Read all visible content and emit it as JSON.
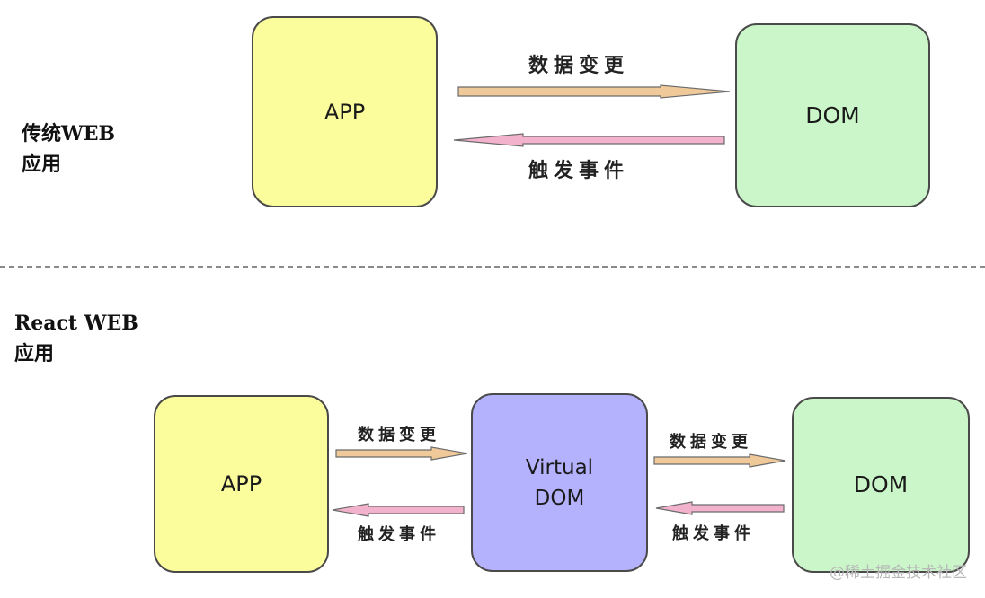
{
  "traditional": {
    "label_line1": "传统WEB",
    "label_line2": "应用",
    "app": "APP",
    "dom": "DOM",
    "forward": "数据变更",
    "backward": "触发事件"
  },
  "react": {
    "label_line1": "React WEB",
    "label_line2": "应用",
    "app": "APP",
    "vdom_line1": "Virtual",
    "vdom_line2": "DOM",
    "dom": "DOM",
    "forward_left": "数据变更",
    "backward_left": "触发事件",
    "forward_right": "数据变更",
    "backward_right": "触发事件"
  },
  "colors": {
    "app": "#fbfc9c",
    "dom": "#cbf6c9",
    "virtual_dom": "#b5b2fd",
    "forward_arrow": "#f0c99a",
    "backward_arrow": "#f2b2cc"
  },
  "watermark": "@稀土掘金技术社区"
}
